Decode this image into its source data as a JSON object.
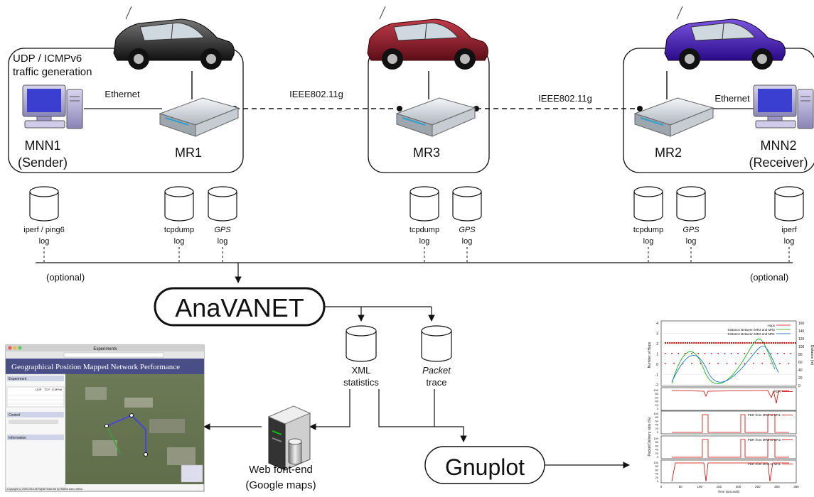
{
  "nodes": {
    "traffic_gen": [
      "UDP / ICMPv6",
      "traffic generation"
    ],
    "mnn1": [
      "MNN1",
      "(Sender)"
    ],
    "mr1": "MR1",
    "mr3": "MR3",
    "mr2": "MR2",
    "mnn2": [
      "MNN2",
      "(Receiver)"
    ]
  },
  "links": {
    "ethernet_left": "Ethernet",
    "wifi_left": "IEEE802.11g",
    "wifi_right": "IEEE802.11g",
    "ethernet_right": "Ethernet"
  },
  "logs": [
    {
      "line1": "iperf / ping6",
      "line2": "log"
    },
    {
      "line1": "tcpdump",
      "line2": "log"
    },
    {
      "line1": "GPS",
      "line2": "log"
    },
    {
      "line1": "tcpdump",
      "line2": "log"
    },
    {
      "line1": "GPS",
      "line2": "log"
    },
    {
      "line1": "tcpdump",
      "line2": "log"
    },
    {
      "line1": "GPS",
      "line2": "log"
    },
    {
      "line1": "iperf",
      "line2": "log"
    }
  ],
  "optional_left": "(optional)",
  "optional_right": "(optional)",
  "anavanet": "AnaVANET",
  "outputs": {
    "xml": [
      "XML",
      "statistics"
    ],
    "packet": [
      "Packet",
      "trace"
    ]
  },
  "web_frontend": [
    "Web font-end",
    "(Google maps)"
  ],
  "gnuplot": "Gnuplot",
  "screenshot": {
    "window_title": "Experiments",
    "header": "Geographical Position Mapped Network Performance",
    "sections": [
      "Experiment",
      "Control",
      "Information"
    ],
    "table_cols": [
      "UDP",
      "TCP",
      "ICMPv6"
    ],
    "footer": "Copyright (c) 2009-2010 All Rights Reserved by IMARA team, INRIA"
  },
  "plot": {
    "top_legend": [
      "Hops",
      "Distance Between MR3 and MR2",
      "Distance Between MR2 and MR1"
    ],
    "ylabel_left": "Number of Hops",
    "ylabel_right": "Distance (m)",
    "ylabel_bottom": "Packet Delivery ratio (%)",
    "xlabel": "Time (seconds)",
    "sub_legends": [
      "PDR",
      "PDR from MR2 to MR1",
      "PDR from MR3 to MR2",
      "PDR from MR3 to MR1"
    ],
    "x_ticks": [
      "0",
      "50",
      "100",
      "150",
      "200",
      "250",
      "300",
      "350"
    ],
    "left_ticks": [
      "4",
      "3",
      "2",
      "1",
      "0",
      "-1",
      "-2"
    ],
    "right_ticks": [
      "160",
      "140",
      "120",
      "100",
      "80",
      "60",
      "40",
      "20",
      "0"
    ],
    "pdr_ticks": [
      "100",
      "80",
      "60",
      "40",
      "20",
      "0"
    ]
  }
}
